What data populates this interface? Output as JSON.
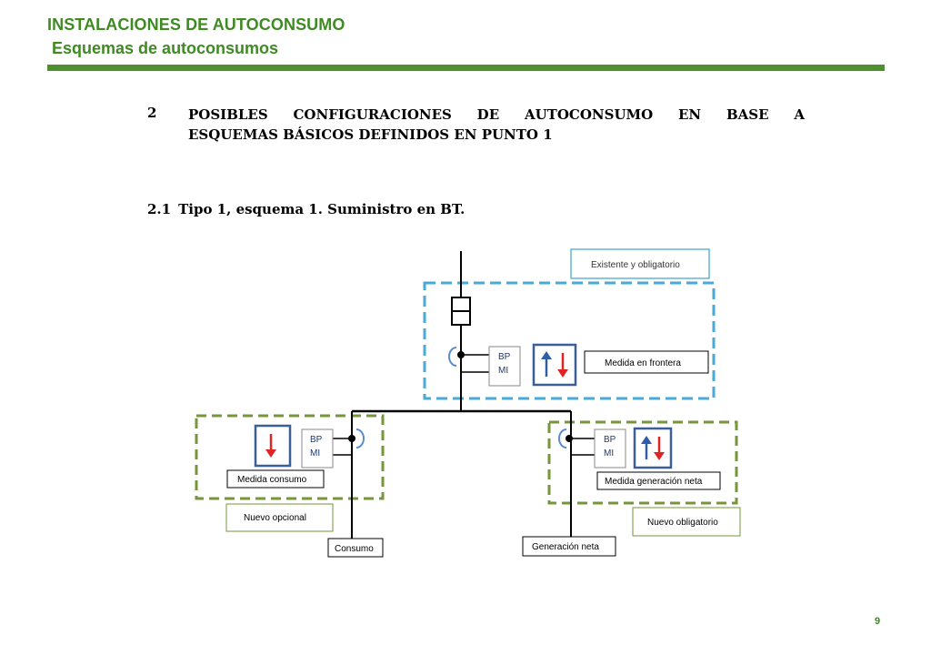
{
  "header": {
    "title": "INSTALACIONES DE AUTOCONSUMO",
    "subtitle": "Esquemas de autoconsumos"
  },
  "section": {
    "number": "2",
    "heading_line1": "POSIBLES CONFIGURACIONES DE AUTOCONSUMO EN BASE A",
    "heading_line2": "ESQUEMAS BÁSICOS DEFINIDOS EN PUNTO 1"
  },
  "subsection": {
    "number": "2.1",
    "title": "Tipo 1, esquema 1. Suministro en BT."
  },
  "diagram": {
    "legend_existing": "Existente y obligatorio",
    "meter_top": {
      "line1": "BP",
      "line2": "MI",
      "label": "Medida en frontera"
    },
    "meter_left": {
      "line1": "BP",
      "line2": "MI",
      "label": "Medida consumo"
    },
    "meter_right": {
      "line1": "BP",
      "line2": "MI",
      "label": "Medida generación neta"
    },
    "legend_new_optional": "Nuevo opcional",
    "legend_new_mandatory": "Nuevo obligatorio",
    "load_consumo": "Consumo",
    "load_generacion": "Generación neta",
    "colors": {
      "existing_dash": "#4aa9d6",
      "new_dash": "#77953a",
      "arrow_up": "#2e5ea8",
      "arrow_down": "#e02424",
      "meter_frame": "#3a5f97"
    }
  },
  "page_number": "9"
}
